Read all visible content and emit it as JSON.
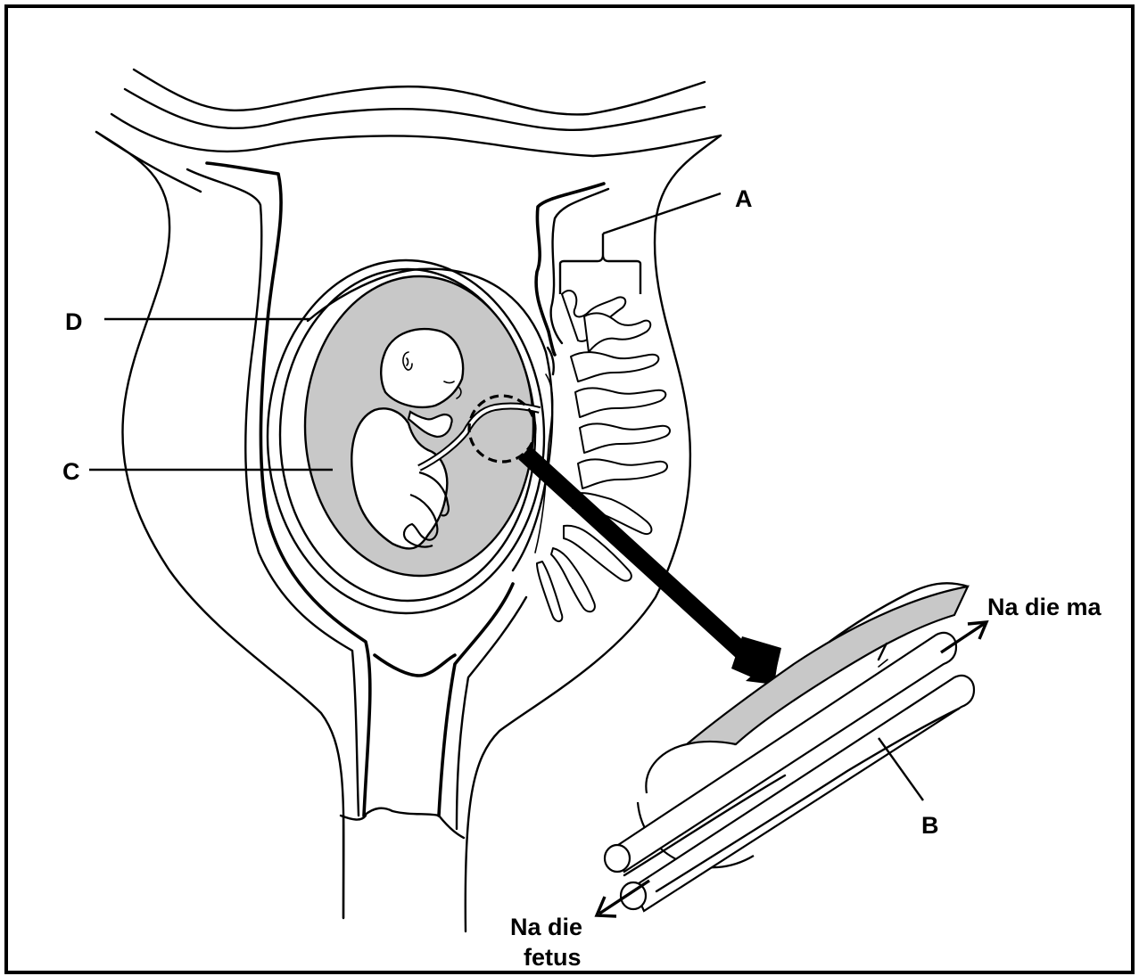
{
  "labels": {
    "a": "A",
    "b": "B",
    "c": "C",
    "d": "D",
    "to_mother": "Na die ma",
    "to_fetus_line1": "Na die",
    "to_fetus_line2": "fetus"
  },
  "colors": {
    "amniotic_fluid": "#c8c8c8",
    "line": "#000000",
    "background": "#ffffff"
  },
  "icons": {
    "to_mother_arrow": "arrow-up-right",
    "to_fetus_arrow": "arrow-down-left",
    "zoom_arrow": "arrow-down-right"
  }
}
